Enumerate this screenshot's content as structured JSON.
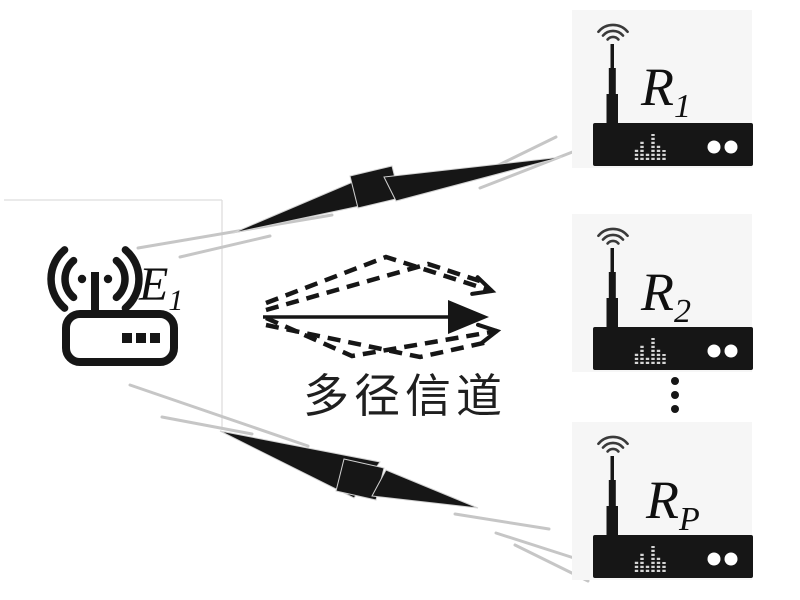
{
  "figure": {
    "transmitter": {
      "label_base": "E",
      "label_sub": "1"
    },
    "receivers": [
      {
        "label_base": "R",
        "label_sub": "1"
      },
      {
        "label_base": "R",
        "label_sub": "2"
      },
      {
        "label_base": "R",
        "label_sub": "P"
      }
    ],
    "ellipsis": "⋮",
    "channel_label": "多径信道",
    "colors": {
      "ink": "#161616",
      "shadow_gray": "#c6c6c6",
      "guide_gray": "#dedddd",
      "panel_gray": "#f6f6f6",
      "led_white": "#ffffff",
      "background": "#ffffff"
    }
  }
}
